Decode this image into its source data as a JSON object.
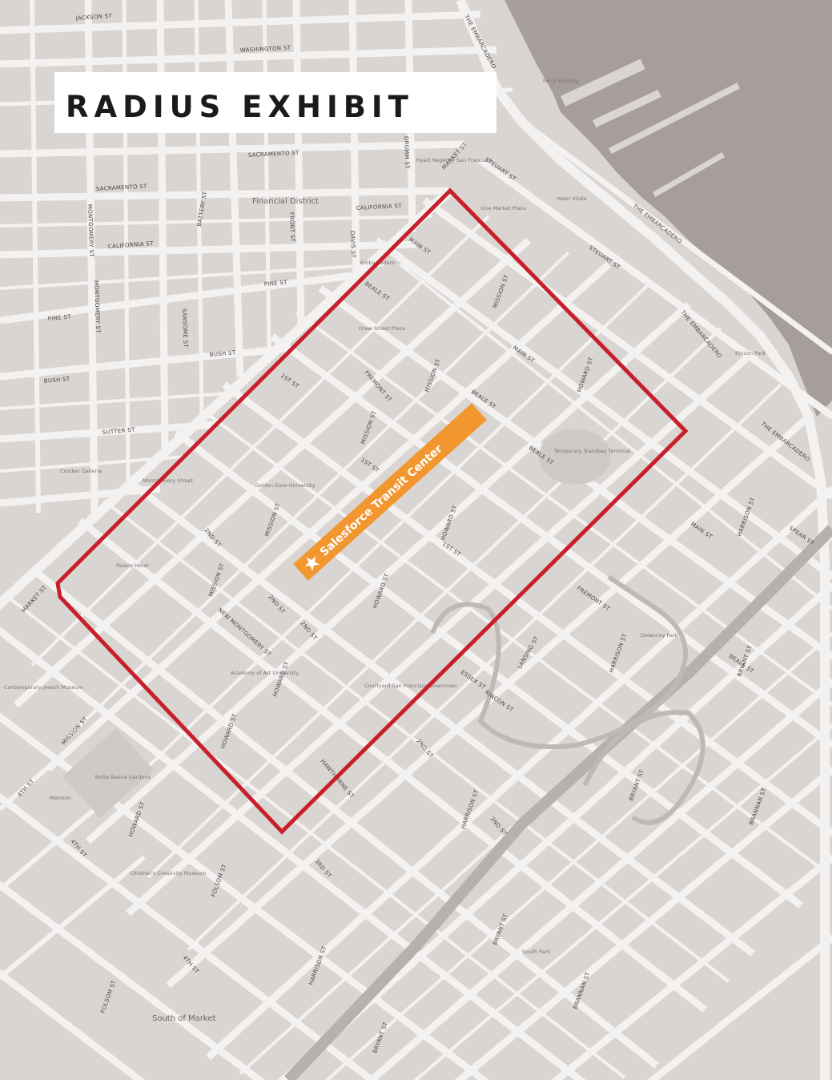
{
  "title": "RADIUS EXHIBIT",
  "colors": {
    "land": "#d9d5d2",
    "block": "#cdc8c5",
    "water": "#a79e9b",
    "street": "#f4f2f1",
    "boundary": "#c8202b",
    "marker": "#f2972f",
    "marker_text": "#ffffff"
  },
  "marker": {
    "label": "Salesforce Transit Center",
    "icon": "star-icon"
  },
  "districts": [
    {
      "id": "financial",
      "label": "Financial District"
    },
    {
      "id": "som",
      "label": "South of Market"
    }
  ],
  "places": [
    {
      "id": "ferry",
      "label": "Ferry Building"
    },
    {
      "id": "one-market",
      "label": "One Market Plaza"
    },
    {
      "id": "hotel-vitale",
      "label": "Hotel Vitale"
    },
    {
      "id": "hyatt",
      "label": "Hyatt Regency San Francisco"
    },
    {
      "id": "embarcadero-ctr",
      "label": "Embarcadero"
    },
    {
      "id": "drewstreet",
      "label": "Drew Street Plaza"
    },
    {
      "id": "crocker",
      "label": "Crocker Galleria"
    },
    {
      "id": "montgomery",
      "label": "Montgomery Street"
    },
    {
      "id": "palace",
      "label": "Palace Hotel"
    },
    {
      "id": "ggu",
      "label": "Golden Gate University"
    },
    {
      "id": "temp-terminal",
      "label": "Temporary Transbay Terminal"
    },
    {
      "id": "aau",
      "label": "Academy of Art University"
    },
    {
      "id": "courtyard",
      "label": "Courtyard San Francisco Downtown"
    },
    {
      "id": "yerba",
      "label": "Yerba Buena Gardens"
    },
    {
      "id": "metreon",
      "label": "Metreon"
    },
    {
      "id": "childrens",
      "label": "Children's Creativity Museum"
    },
    {
      "id": "rincon",
      "label": "Rincon Park"
    },
    {
      "id": "delancey",
      "label": "Delancey Park"
    },
    {
      "id": "south-park",
      "label": "South Park"
    },
    {
      "id": "cjm",
      "label": "Contemporary Jewish Museum"
    }
  ],
  "streets": [
    {
      "id": "jackson",
      "label": "JACKSON ST"
    },
    {
      "id": "washington",
      "label": "WASHINGTON ST"
    },
    {
      "id": "sacramento",
      "label": "SACRAMENTO ST"
    },
    {
      "id": "california",
      "label": "CALIFORNIA ST"
    },
    {
      "id": "pine",
      "label": "PINE ST"
    },
    {
      "id": "bush",
      "label": "BUSH ST"
    },
    {
      "id": "sutter",
      "label": "SUTTER ST"
    },
    {
      "id": "market",
      "label": "MARKET ST"
    },
    {
      "id": "mission",
      "label": "MISSION ST"
    },
    {
      "id": "howard",
      "label": "HOWARD ST"
    },
    {
      "id": "folsom",
      "label": "FOLSOM ST"
    },
    {
      "id": "harrison",
      "label": "HARRISON ST"
    },
    {
      "id": "bryant",
      "label": "BRYANT ST"
    },
    {
      "id": "brannan",
      "label": "BRANNAN ST"
    },
    {
      "id": "embarcadero",
      "label": "THE EMBARCADERO"
    },
    {
      "id": "steuart",
      "label": "STEUART ST"
    },
    {
      "id": "spear",
      "label": "SPEAR ST"
    },
    {
      "id": "main",
      "label": "MAIN ST"
    },
    {
      "id": "beale",
      "label": "BEALE ST"
    },
    {
      "id": "fremont",
      "label": "FREMONT ST"
    },
    {
      "id": "first",
      "label": "1ST ST"
    },
    {
      "id": "second",
      "label": "2ND ST"
    },
    {
      "id": "third",
      "label": "3RD ST"
    },
    {
      "id": "fourth",
      "label": "4TH ST"
    },
    {
      "id": "new-montgomery",
      "label": "NEW MONTGOMERY ST"
    },
    {
      "id": "montgomery-st",
      "label": "MONTGOMERY ST"
    },
    {
      "id": "sansome",
      "label": "SANSOME ST"
    },
    {
      "id": "battery",
      "label": "BATTERY ST"
    },
    {
      "id": "front",
      "label": "FRONT ST"
    },
    {
      "id": "davis",
      "label": "DAVIS ST"
    },
    {
      "id": "drumm",
      "label": "DRUMM ST"
    },
    {
      "id": "hawthorne",
      "label": "HAWTHORNE ST"
    },
    {
      "id": "essex",
      "label": "ESSEX ST"
    },
    {
      "id": "rincon-st",
      "label": "RINCON ST"
    },
    {
      "id": "lansing",
      "label": "LANSING ST"
    }
  ]
}
